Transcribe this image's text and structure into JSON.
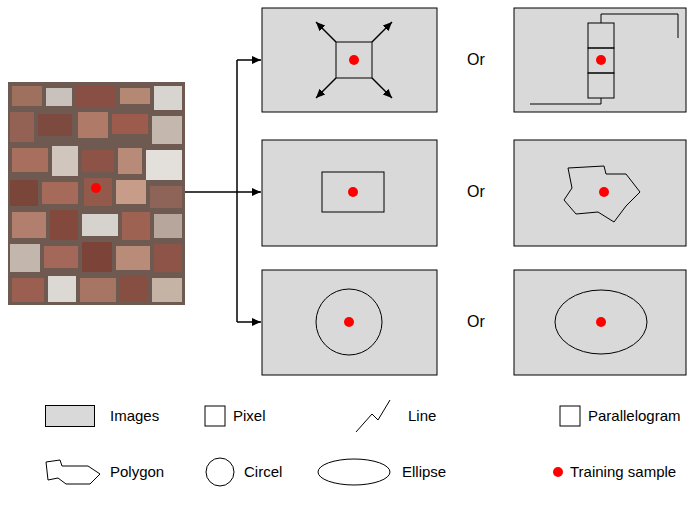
{
  "diagram": {
    "labels": [
      "Or",
      "Or",
      "Or"
    ],
    "legend": [
      {
        "text": "Images",
        "color": "#d9d9d9"
      },
      {
        "text": "Pixel"
      },
      {
        "text": "Line"
      },
      {
        "text": "Parallelogram"
      },
      {
        "text": "Polygon"
      },
      {
        "text": "Circel"
      },
      {
        "text": "Ellipse"
      },
      {
        "text": "Training sample",
        "color": "#ff0000"
      }
    ]
  }
}
